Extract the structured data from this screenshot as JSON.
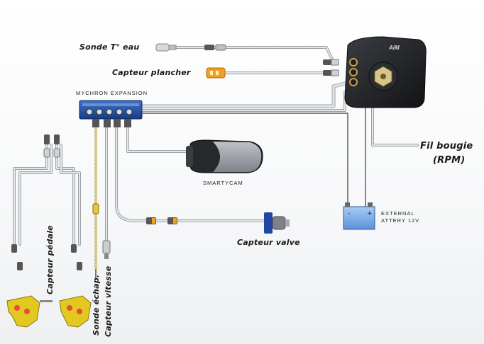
{
  "labels": {
    "sonde_eau": "Sonde T° eau",
    "capteur_plancher": "Capteur plancher",
    "mychron_expansion": "MYCHRON EXPANSION",
    "fil_bougie": "Fil bougie",
    "rpm": "(RPM)",
    "smartycam": "SMARTYCAM",
    "external_battery": "EXTERNAL\nATTERY 12V",
    "capteur_valve": "Capteur valve",
    "capteur_pedale": "Capteur pédale",
    "sonde_echap": "Sonde échap.",
    "capteur_vitesse": "Capteur vitesse"
  },
  "device": {
    "logo": "AiM",
    "battery_minus": "-",
    "battery_plus": "+"
  },
  "colors": {
    "cable": "#c9ccd0",
    "cable_edge": "#9ea2a8",
    "expansion_blue": "#1f4fa3",
    "logger_body": "#2a2c30",
    "battery_blue": "#79a9e6",
    "bracket_yellow": "#e3c81f",
    "sensor_orange": "#f0a020",
    "wire_dark": "#444"
  }
}
